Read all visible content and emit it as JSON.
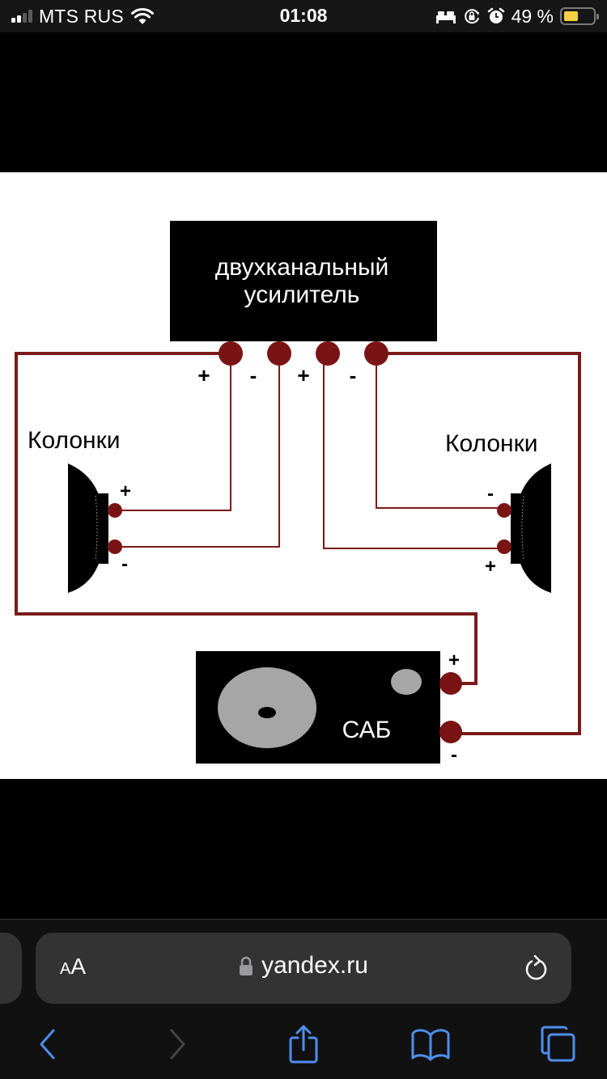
{
  "status_bar": {
    "carrier": "MTS RUS",
    "signal_bars_active": 2,
    "signal_bars_total": 4,
    "time": "01:08",
    "icons": [
      "bed-icon",
      "orientation-lock-icon",
      "alarm-icon"
    ],
    "battery_percent_label": "49 %",
    "battery_level": 0.49,
    "battery_color": "#f5d142"
  },
  "image": {
    "amplifier_label_line1": "двухканальный",
    "amplifier_label_line2": "усилитель",
    "left_speaker_label": "Колонки",
    "right_speaker_label": "Колонки",
    "sub_label": "САБ",
    "amp_terminals": [
      "+",
      "-",
      "+",
      "-"
    ],
    "left_speaker_terminals": [
      "+",
      "-"
    ],
    "right_speaker_terminals": [
      "-",
      "+"
    ],
    "sub_terminals": [
      "+",
      "-"
    ],
    "wire_color": "#7a1a1a",
    "terminal_color": "#7a1414"
  },
  "toolbar": {
    "text_size_button": {
      "small": "A",
      "large": "A"
    },
    "url": "yandex.ru",
    "lock_icon": "lock-icon",
    "reload_icon": "reload-icon",
    "nav": {
      "back": "chevron-left-icon",
      "forward": "chevron-right-icon",
      "share": "share-icon",
      "bookmarks": "book-icon",
      "tabs": "tabs-icon"
    },
    "accent_color": "#4f8ef0"
  }
}
